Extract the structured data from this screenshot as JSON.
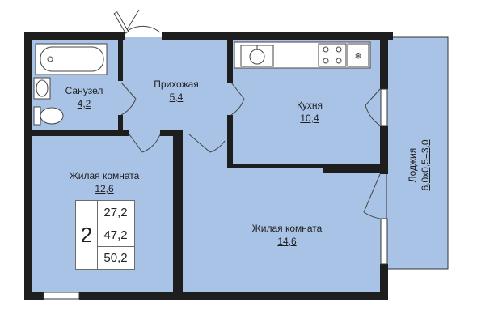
{
  "rooms": {
    "bathroom": {
      "name": "Санузел",
      "area": "4,2"
    },
    "hallway": {
      "name": "Прихожая",
      "area": "5,4"
    },
    "kitchen": {
      "name": "Кухня",
      "area": "10,4"
    },
    "living_room_1": {
      "name": "Жилая комната",
      "area": "12,6"
    },
    "living_room_2": {
      "name": "Жилая комната",
      "area": "14,6"
    },
    "loggia": {
      "name": "Лоджия",
      "dimensions": "6,0x0,5=3,0"
    }
  },
  "summary": {
    "room_count": "2",
    "living_area": "27,2",
    "total_area": "47,2",
    "total_with_loggia": "50,2"
  },
  "colors": {
    "room_fill": "#a9c3e6",
    "wall": "#1e1e1e",
    "fixture": "#ffffff"
  }
}
